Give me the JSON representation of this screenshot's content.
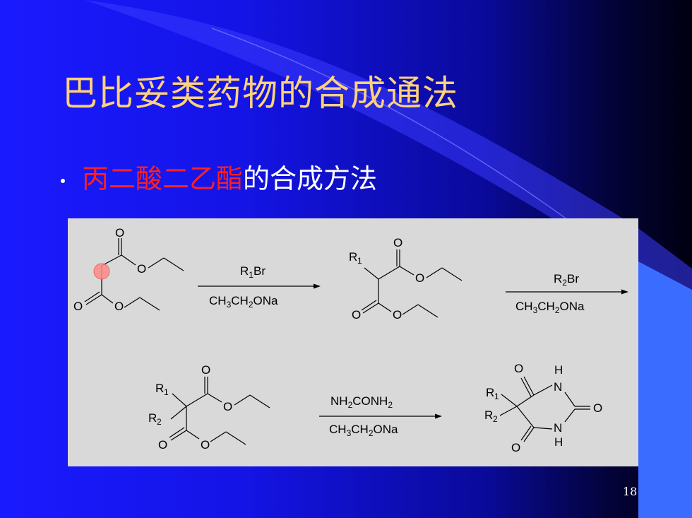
{
  "slide": {
    "title": "巴比妥类药物的合成通法",
    "bullet_highlight": "丙二酸二乙酯",
    "bullet_rest": "的合成方法",
    "slide_number": "18"
  },
  "scheme": {
    "step1": {
      "reagent": "R1Br",
      "solvent": "CH3CH2ONa"
    },
    "step2": {
      "reagent": "R2Br",
      "solvent": "CH3CH2ONa"
    },
    "step3": {
      "reagent": "NH2CONH2",
      "solvent": "CH3CH2ONa"
    },
    "atoms": {
      "O": "O",
      "N": "N",
      "H": "H",
      "R": "R",
      "sub1": "1",
      "sub2": "2"
    }
  },
  "colors": {
    "title": "#ffd27a",
    "highlight": "#ff2020",
    "panel": "#d9d9d9",
    "marker": "#ff8a8a"
  }
}
